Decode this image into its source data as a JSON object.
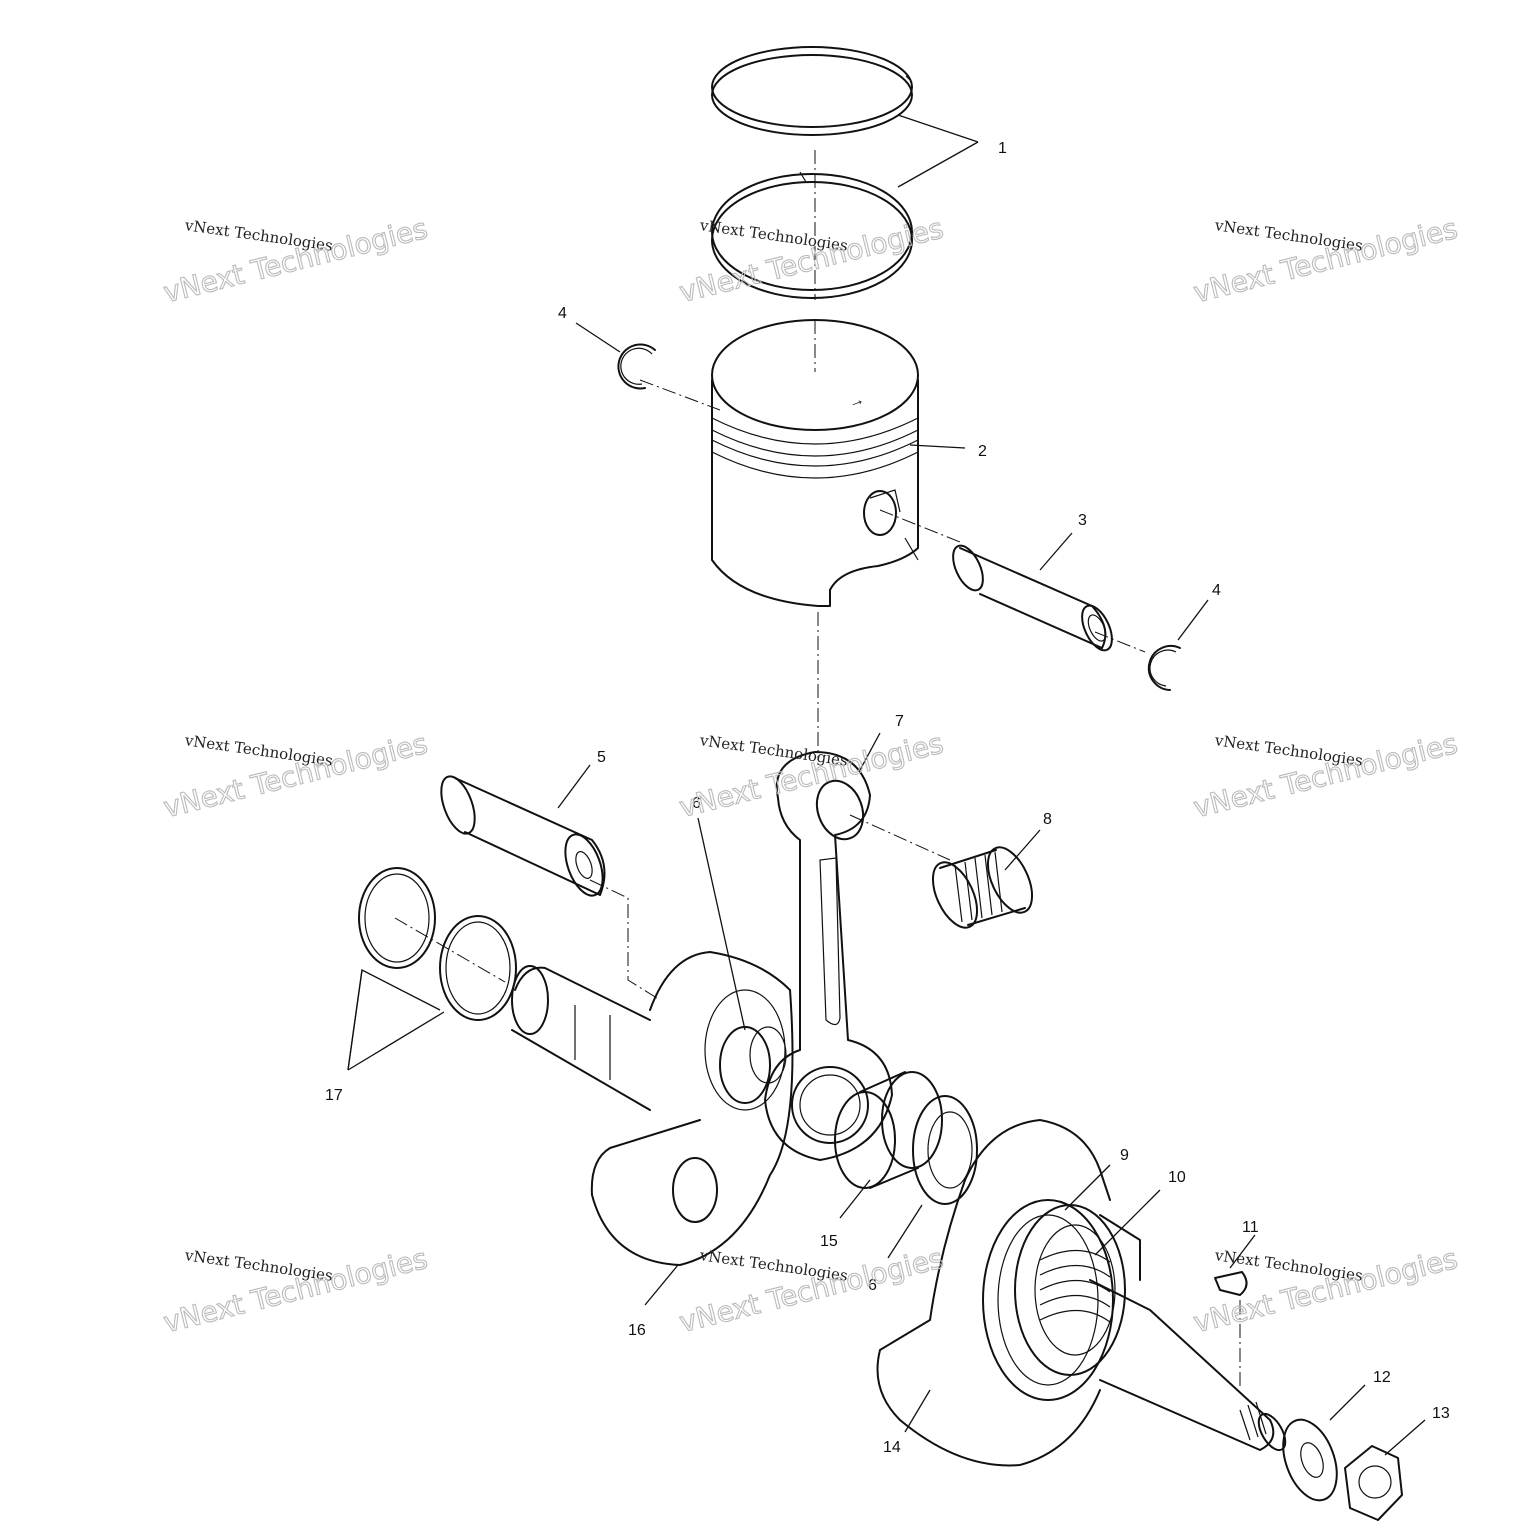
{
  "callouts": {
    "c1": "1",
    "c2": "2",
    "c3": "3",
    "c4a": "4",
    "c4b": "4",
    "c5": "5",
    "c6a": "6",
    "c6b": "6",
    "c7": "7",
    "c8": "8",
    "c9": "9",
    "c10": "10",
    "c11": "11",
    "c12": "12",
    "c13": "13",
    "c14": "14",
    "c15": "15",
    "c16": "16",
    "c17": "17"
  },
  "piston_mark": "→",
  "watermark": {
    "line1": "vNext Technologies",
    "line2": "vNext Technologies"
  }
}
